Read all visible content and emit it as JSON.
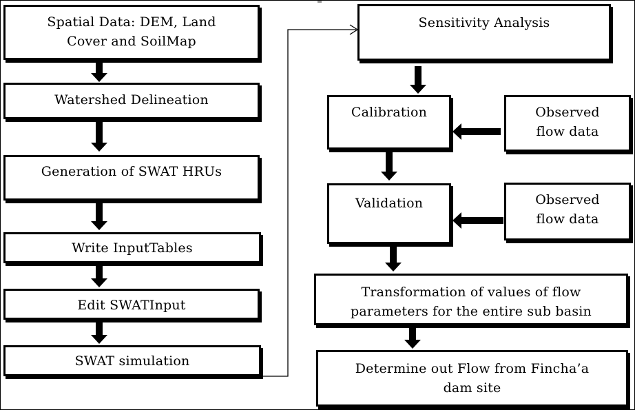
{
  "left_column": [
    {
      "id": "spatial",
      "lines": [
        "Spatial Data: DEM, Land",
        "Cover and SoilMap"
      ]
    },
    {
      "id": "delineation",
      "lines": [
        "Watershed Delineation"
      ]
    },
    {
      "id": "hrus",
      "lines": [
        "Generation of SWAT HRUs"
      ]
    },
    {
      "id": "tables",
      "lines": [
        "Write InputTables"
      ]
    },
    {
      "id": "edit",
      "lines": [
        "Edit SWATInput"
      ]
    },
    {
      "id": "simulation",
      "lines": [
        "SWAT simulation"
      ]
    }
  ],
  "right_column": [
    {
      "id": "sensitivity",
      "lines": [
        "Sensitivity Analysis"
      ]
    },
    {
      "id": "calibration",
      "lines": [
        "Calibration"
      ]
    },
    {
      "id": "observed1",
      "lines": [
        "Observed",
        "flow data"
      ]
    },
    {
      "id": "validation",
      "lines": [
        "Validation"
      ]
    },
    {
      "id": "observed2",
      "lines": [
        "Observed",
        "flow data"
      ]
    },
    {
      "id": "transformation",
      "lines": [
        "Transformation of values of flow",
        "parameters for the entire sub basin"
      ]
    },
    {
      "id": "outflow",
      "lines": [
        "Determine out Flow from Fincha’a",
        "dam site"
      ]
    }
  ]
}
